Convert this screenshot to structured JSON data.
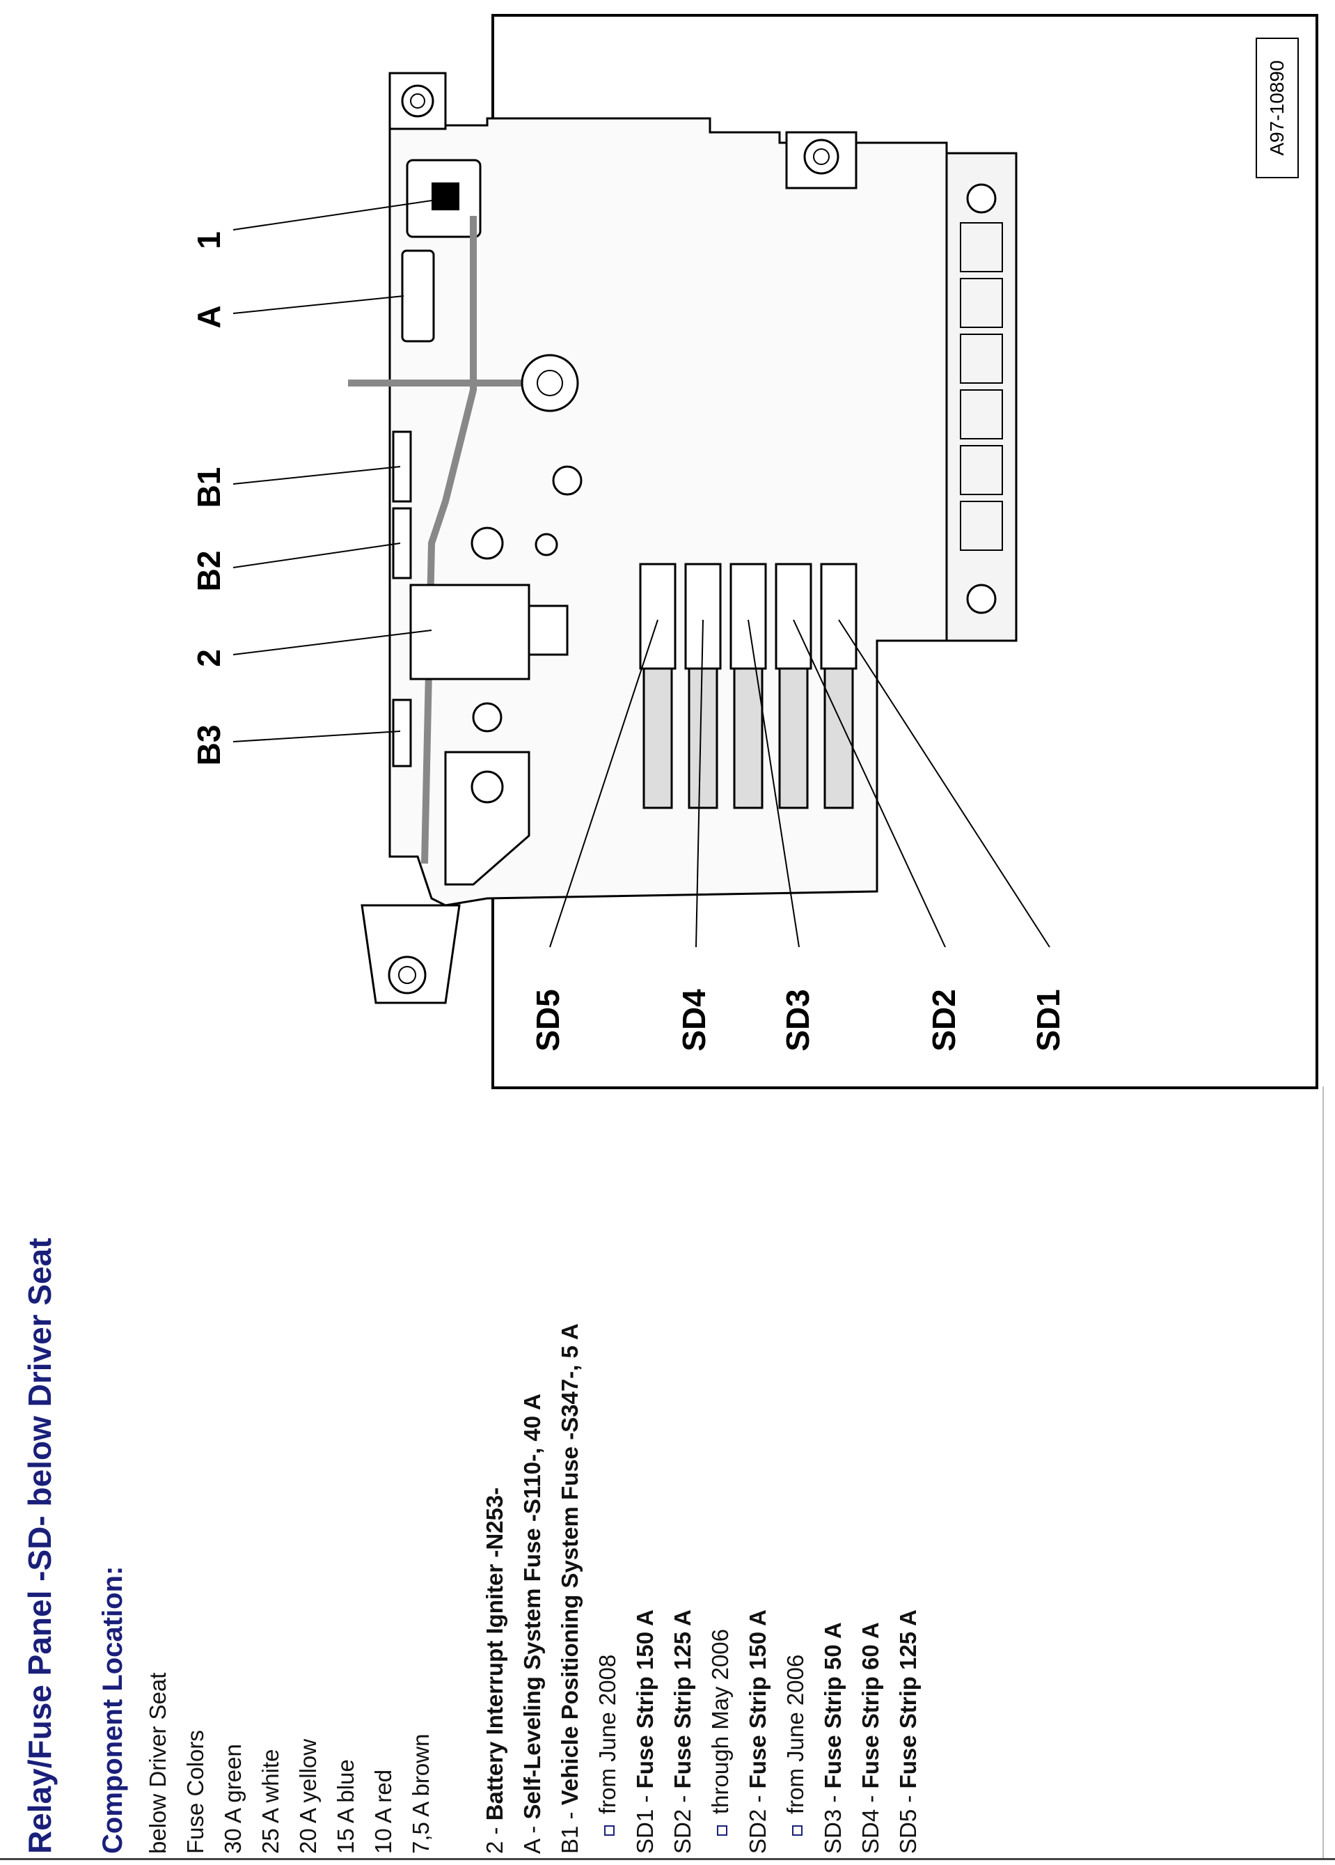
{
  "title": "Relay/Fuse Panel -SD- below Driver Seat",
  "section_heading": "Component Location:",
  "location_text": "below Driver Seat",
  "fuse_colors_heading": "Fuse Colors",
  "fuse_colors": [
    "30 A green",
    "25 A white",
    "20 A yellow",
    "15 A blue",
    "10 A red",
    "7,5 A brown"
  ],
  "legend": [
    {
      "code": "2 - ",
      "desc": "Battery Interrupt Igniter -N253-"
    },
    {
      "code": "A - ",
      "desc": "Self-Leveling System Fuse -S110-, 40 A"
    },
    {
      "code": "B1 - ",
      "desc": "Vehicle Positioning System Fuse -S347-, 5 A"
    },
    {
      "bullet": true,
      "code": "from June 2008",
      "desc": ""
    },
    {
      "code": "SD1 - ",
      "desc": "Fuse Strip 150 A"
    },
    {
      "code": "SD2 - ",
      "desc": "Fuse Strip 125 A"
    },
    {
      "bullet": true,
      "code": "through May 2006",
      "desc": ""
    },
    {
      "code": "SD2 - ",
      "desc": "Fuse Strip 150 A"
    },
    {
      "bullet": true,
      "code": "from June 2006",
      "desc": ""
    },
    {
      "code": "SD3 - ",
      "desc": "Fuse Strip 50 A"
    },
    {
      "code": "SD4 - ",
      "desc": "Fuse Strip 60 A"
    },
    {
      "code": "SD5 - ",
      "desc": "Fuse Strip 125 A"
    }
  ],
  "diagram": {
    "figure_id": "A97-10890",
    "callouts": [
      "1",
      "A",
      "B1",
      "B2",
      "2",
      "B3",
      "SD5",
      "SD4",
      "SD3",
      "SD2",
      "SD1"
    ]
  },
  "colors": {
    "title": "#1a1f7a",
    "text": "#111111",
    "line": "#000000",
    "fill_light": "#eeeeee",
    "cable_gray": "#888888"
  }
}
